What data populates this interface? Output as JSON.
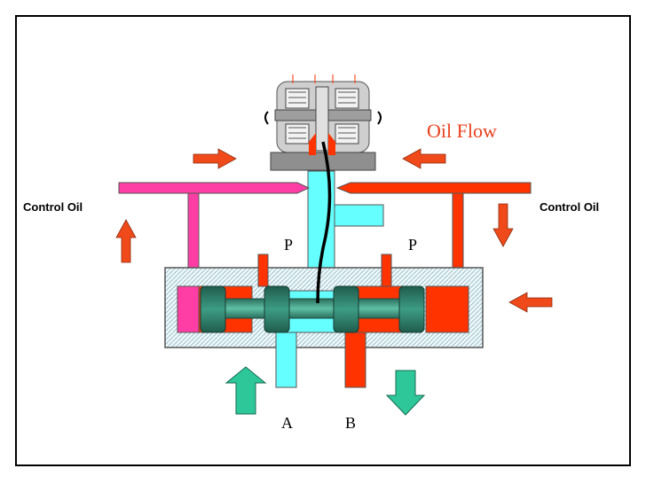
{
  "labels": {
    "control_oil_left": "Control Oil",
    "control_oil_right": "Control Oil",
    "oil_flow": "Oil Flow",
    "port_p_left": "P",
    "port_p_right": "P",
    "port_a": "A",
    "port_b": "B"
  },
  "colors": {
    "pink": "#ff3ea5",
    "red": "#ff3300",
    "cyan": "#66ffff",
    "teal": "#2e7d6a",
    "green_arrow": "#2ec79a",
    "orange_arrow": "#f04a1a",
    "coil_gray": "#bdbdbd"
  }
}
